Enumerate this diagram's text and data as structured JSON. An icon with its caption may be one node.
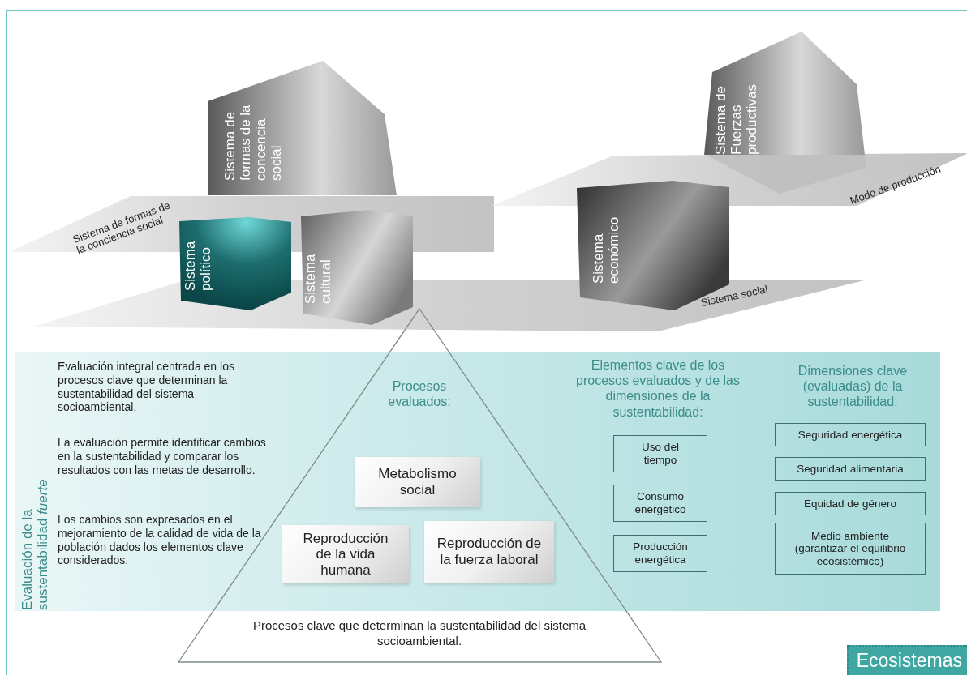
{
  "diagram": {
    "nodes": [
      {
        "text": [
          "Ecosistemas"
        ]
      },
      {
        "text": [
          "Sistema de formas de la concencia social"
        ],
        "in": 0
      },
      {
        "text": [
          "Sistema de Fuerzas productivas"
        ],
        "in": 0
      },
      {
        "text": [
          "Sistema de formas de la conciencia social"
        ],
        "in": 0
      },
      {
        "text": [
          "Modo de producción"
        ],
        "in": 0
      },
      {
        "text": [
          "Sistema político"
        ],
        "in": 0
      },
      {
        "text": [
          "Sistema cultural"
        ],
        "in": 0
      },
      {
        "text": [
          "Sistema económico"
        ],
        "in": 0
      },
      {
        "text": [
          "Sistema social"
        ],
        "in": 0
      },
      {
        "text": [
          "Evaluación de la sustentabilidad *fuerte*",
          "Evaluación integral centrada en los procesos clave que determinan la sustentabilidad del sistema socioambiental.",
          "La evaluación permite identificar cambios en la sustentabilidad y comparar los resultados con las metas de desarrollo.",
          "Los cambios son expresados en el mejoramiento de la calidad de vida de la población dados los elementos clave considerados.",
          "Elementos clave de los procesos evaluados y de las dimensiones de la sustentabilidad:",
          "Dimensiones clave (evaluadas) de la sustentabilidad:"
        ],
        "in": 0
      },
      {
        "text": [
          "Procesos evaluados:",
          "Procesos clave que determinan la sustentabilidad del sistema socioambiental."
        ],
        "in": 0
      },
      {
        "text": [
          "Metabolismo social"
        ]
      },
      {
        "text": [
          "Reproducción de la vida humana"
        ]
      },
      {
        "text": [
          "Reproducción de la fuerza laboral"
        ]
      },
      {
        "text": [
          "Uso del tiempo"
        ],
        "in": 9
      },
      {
        "text": [
          "Consumo energético"
        ],
        "in": 9
      },
      {
        "text": [
          "Producción energética"
        ],
        "in": 9
      },
      {
        "text": [
          "Seguridad energética"
        ],
        "in": 9
      },
      {
        "text": [
          "Seguridad alimentaria"
        ],
        "in": 9
      },
      {
        "text": [
          "Equidad de género"
        ],
        "in": 9
      },
      {
        "text": [
          "Medio ambiente (garantizar el equilibrio ecosistémico)"
        ],
        "in": 9
      }
    ],
    "edges": []
  }
}
